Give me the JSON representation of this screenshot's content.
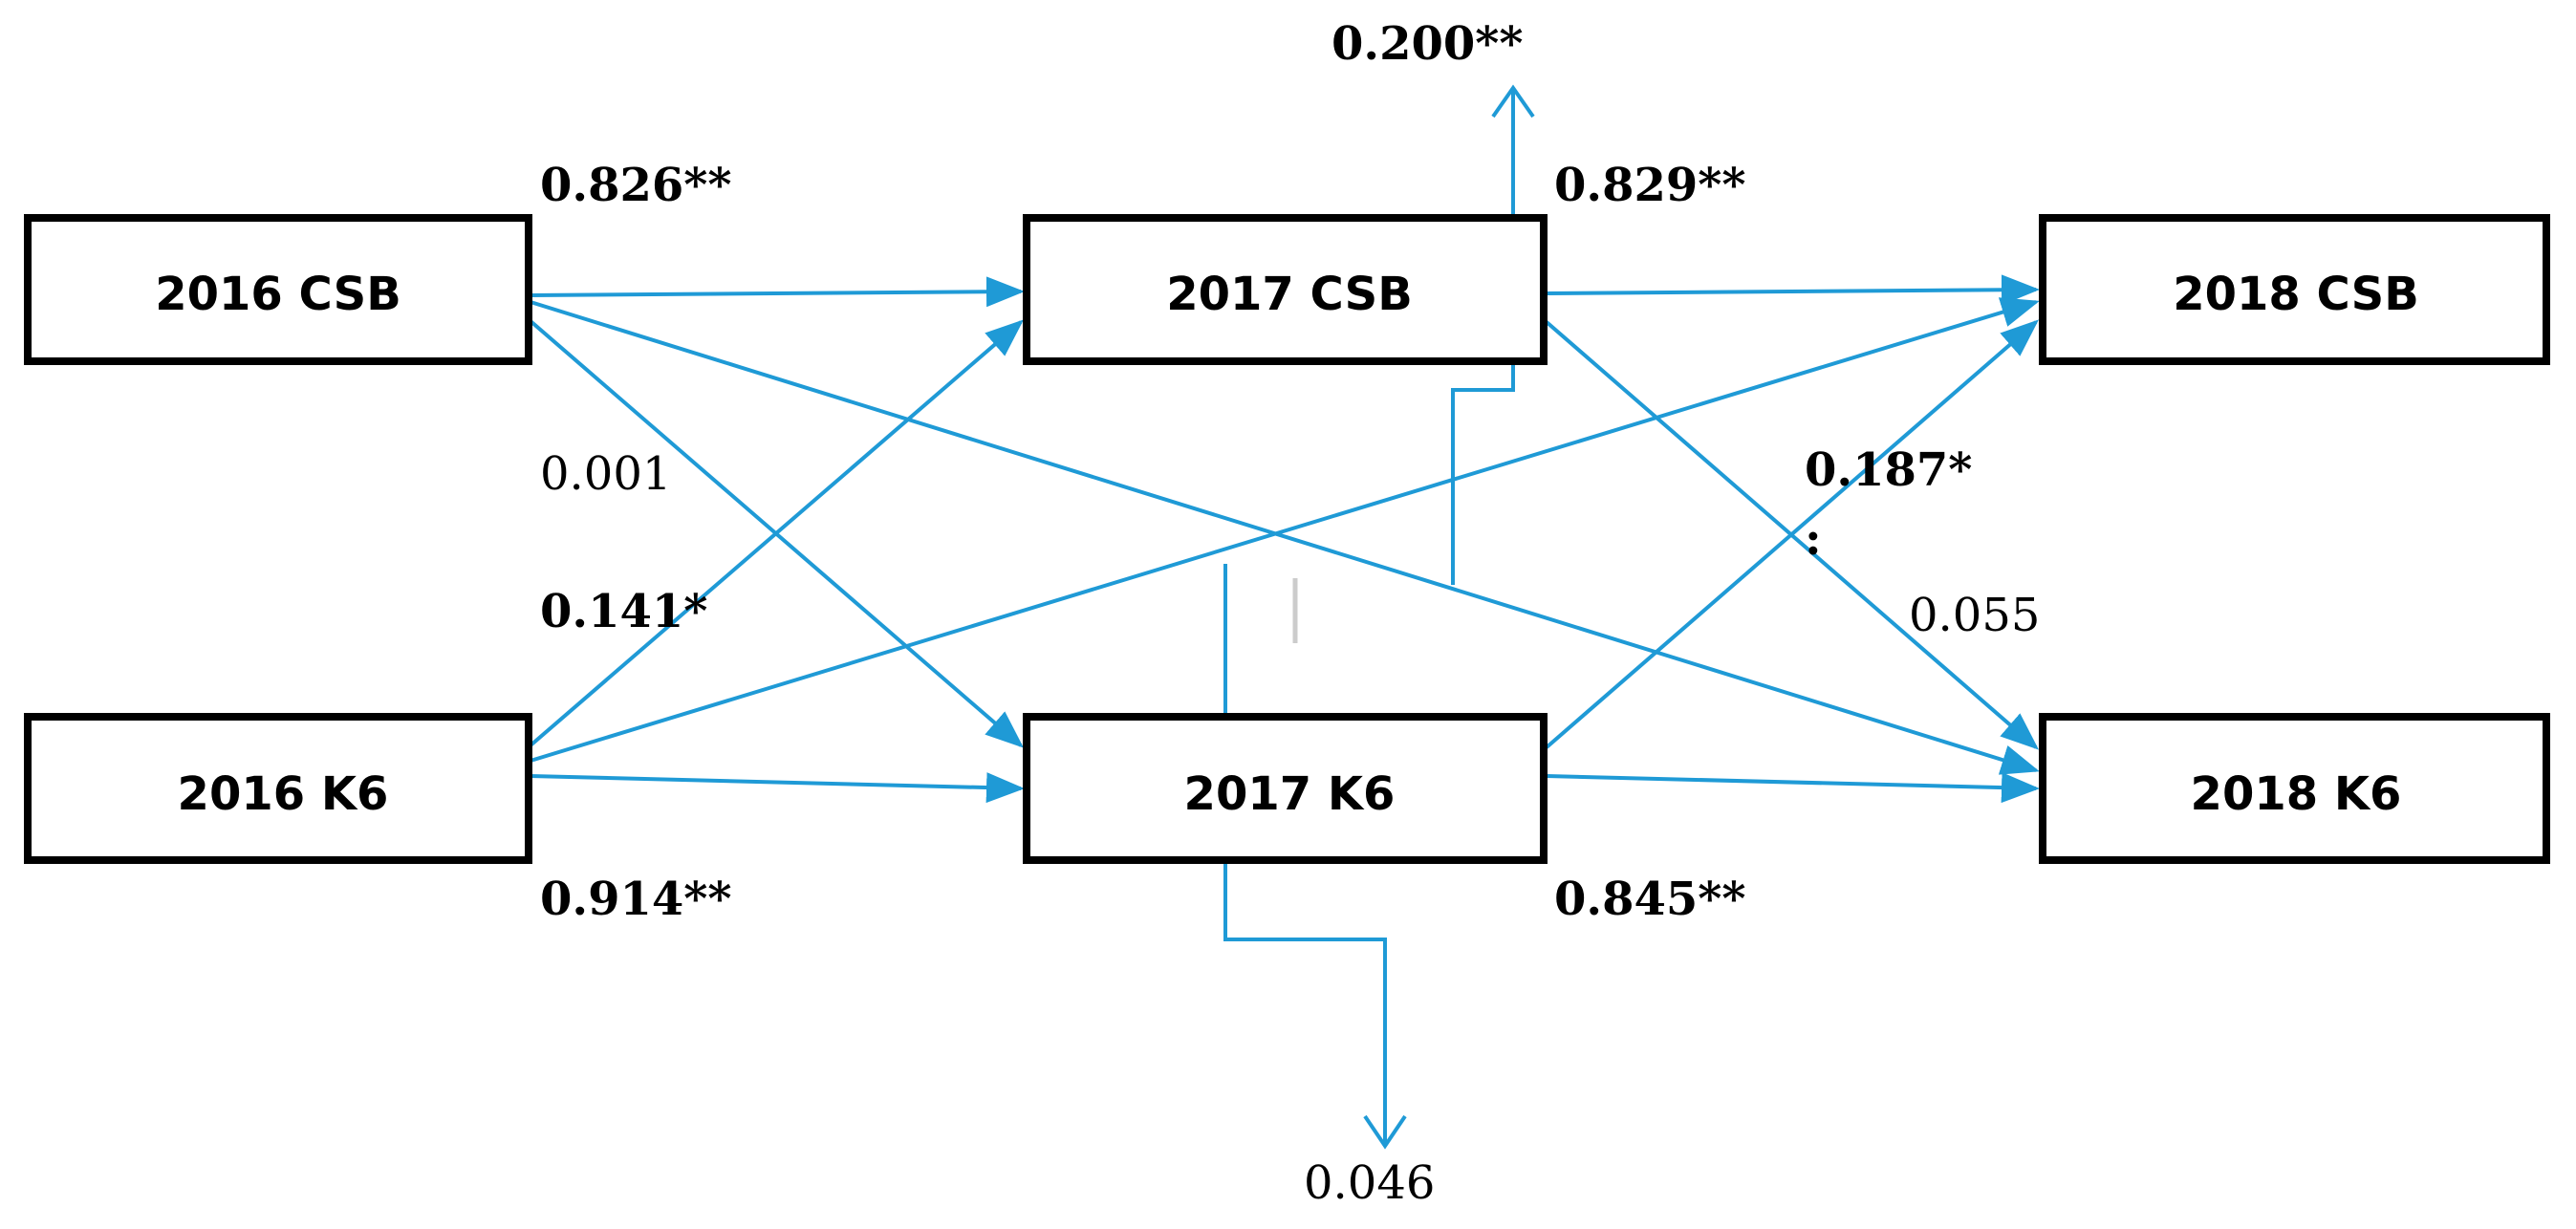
{
  "nodes": {
    "csb_2016": "2016 CSB",
    "csb_2017": "2017 CSB",
    "csb_2018": "2018 CSB",
    "k6_2016": "2016 K6",
    "k6_2017": "2017 K6",
    "k6_2018": "2018 K6"
  },
  "coefficients": {
    "csb16_csb17": "0.826**",
    "csb17_csb18": "0.829**",
    "k6_16_k6_17": "0.914**",
    "k6_17_k6_18": "0.845**",
    "cross_csb16_k6_17": "0.001",
    "cross_k6_16_csb17": "0.141*",
    "cross_k6_17_csb18": "0.187*",
    "cross_stray_mark": ":",
    "cross_csb17_k6_18": "0.055",
    "indirect_top": "0.200**",
    "indirect_bottom": "0.046"
  },
  "colors": {
    "arrow": "#1f9ad6",
    "box_border": "#000000"
  }
}
